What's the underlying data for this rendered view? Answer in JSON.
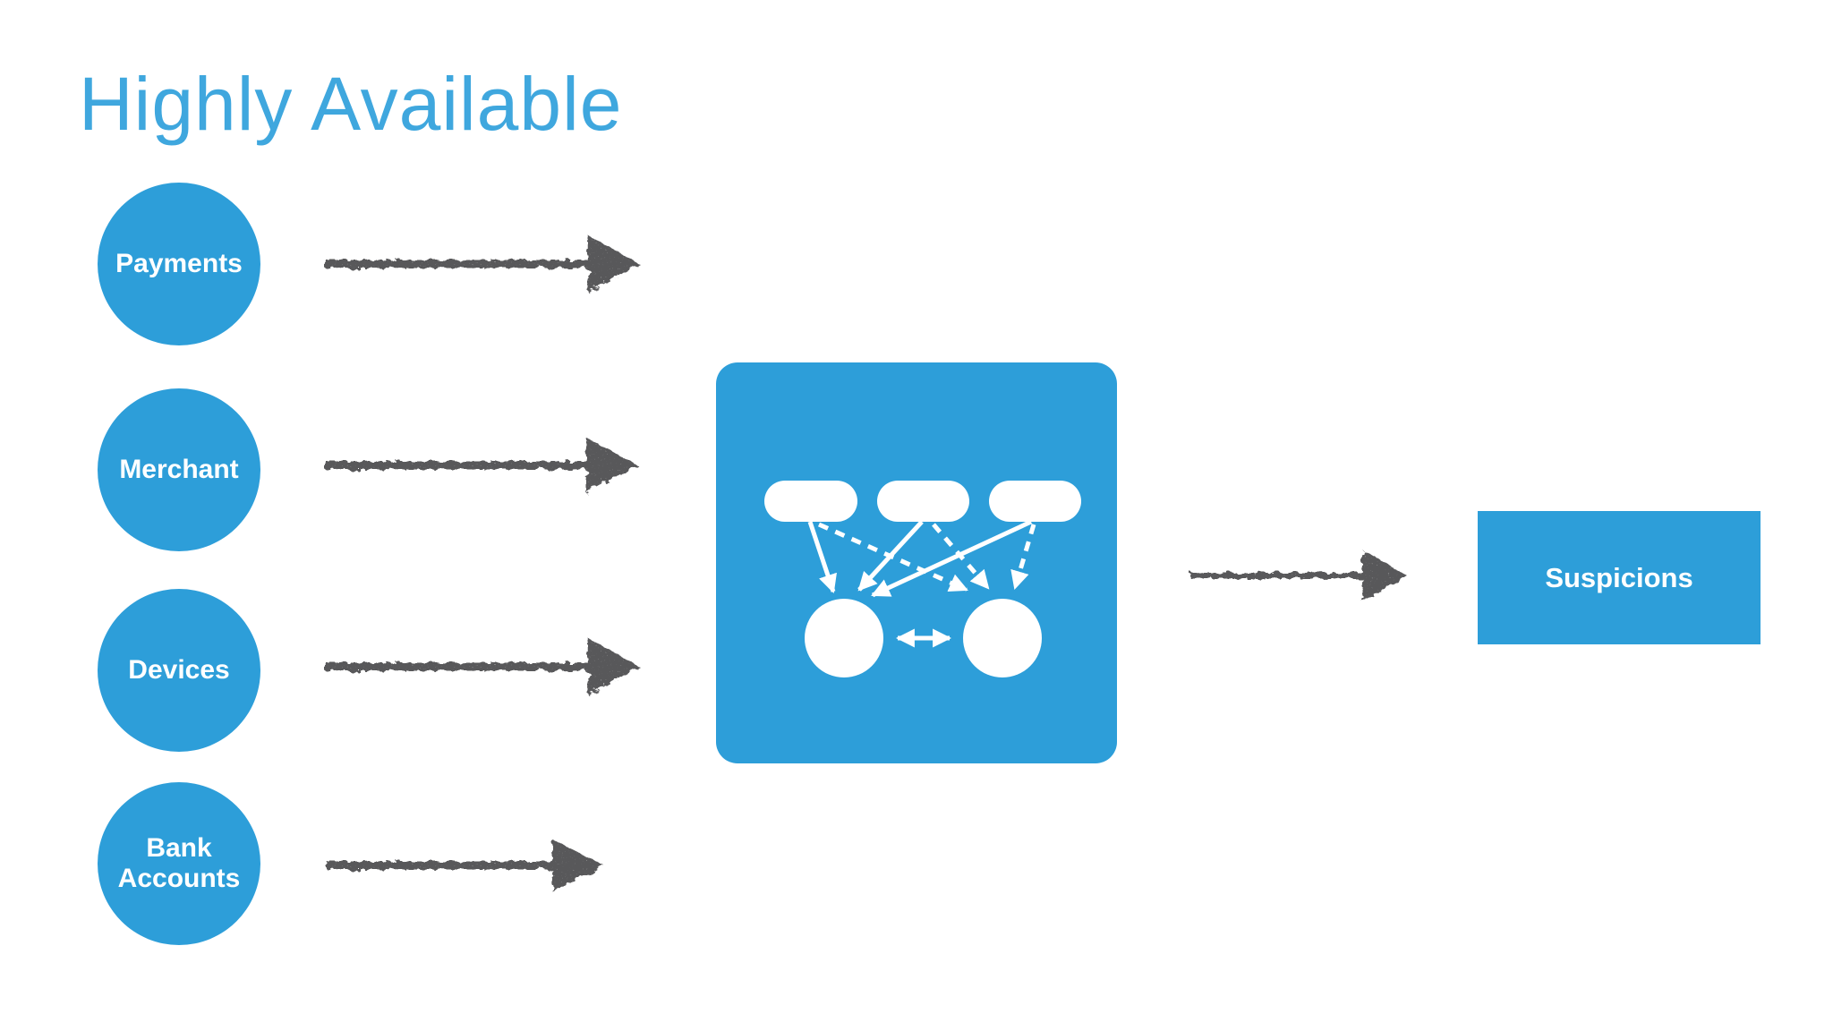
{
  "title": "Highly Available",
  "colors": {
    "title_text": "#3FA7DE",
    "shape_fill": "#2D9ED9",
    "arrow_stroke": "#58585A",
    "diagram_white": "#FFFFFF"
  },
  "sources": [
    {
      "label": "Payments"
    },
    {
      "label": "Merchant"
    },
    {
      "label": "Devices"
    },
    {
      "label": "Bank Accounts"
    }
  ],
  "cluster": {
    "shard_pill_count": 3,
    "node_circle_count": 2
  },
  "output": {
    "label": "Suspicions"
  }
}
